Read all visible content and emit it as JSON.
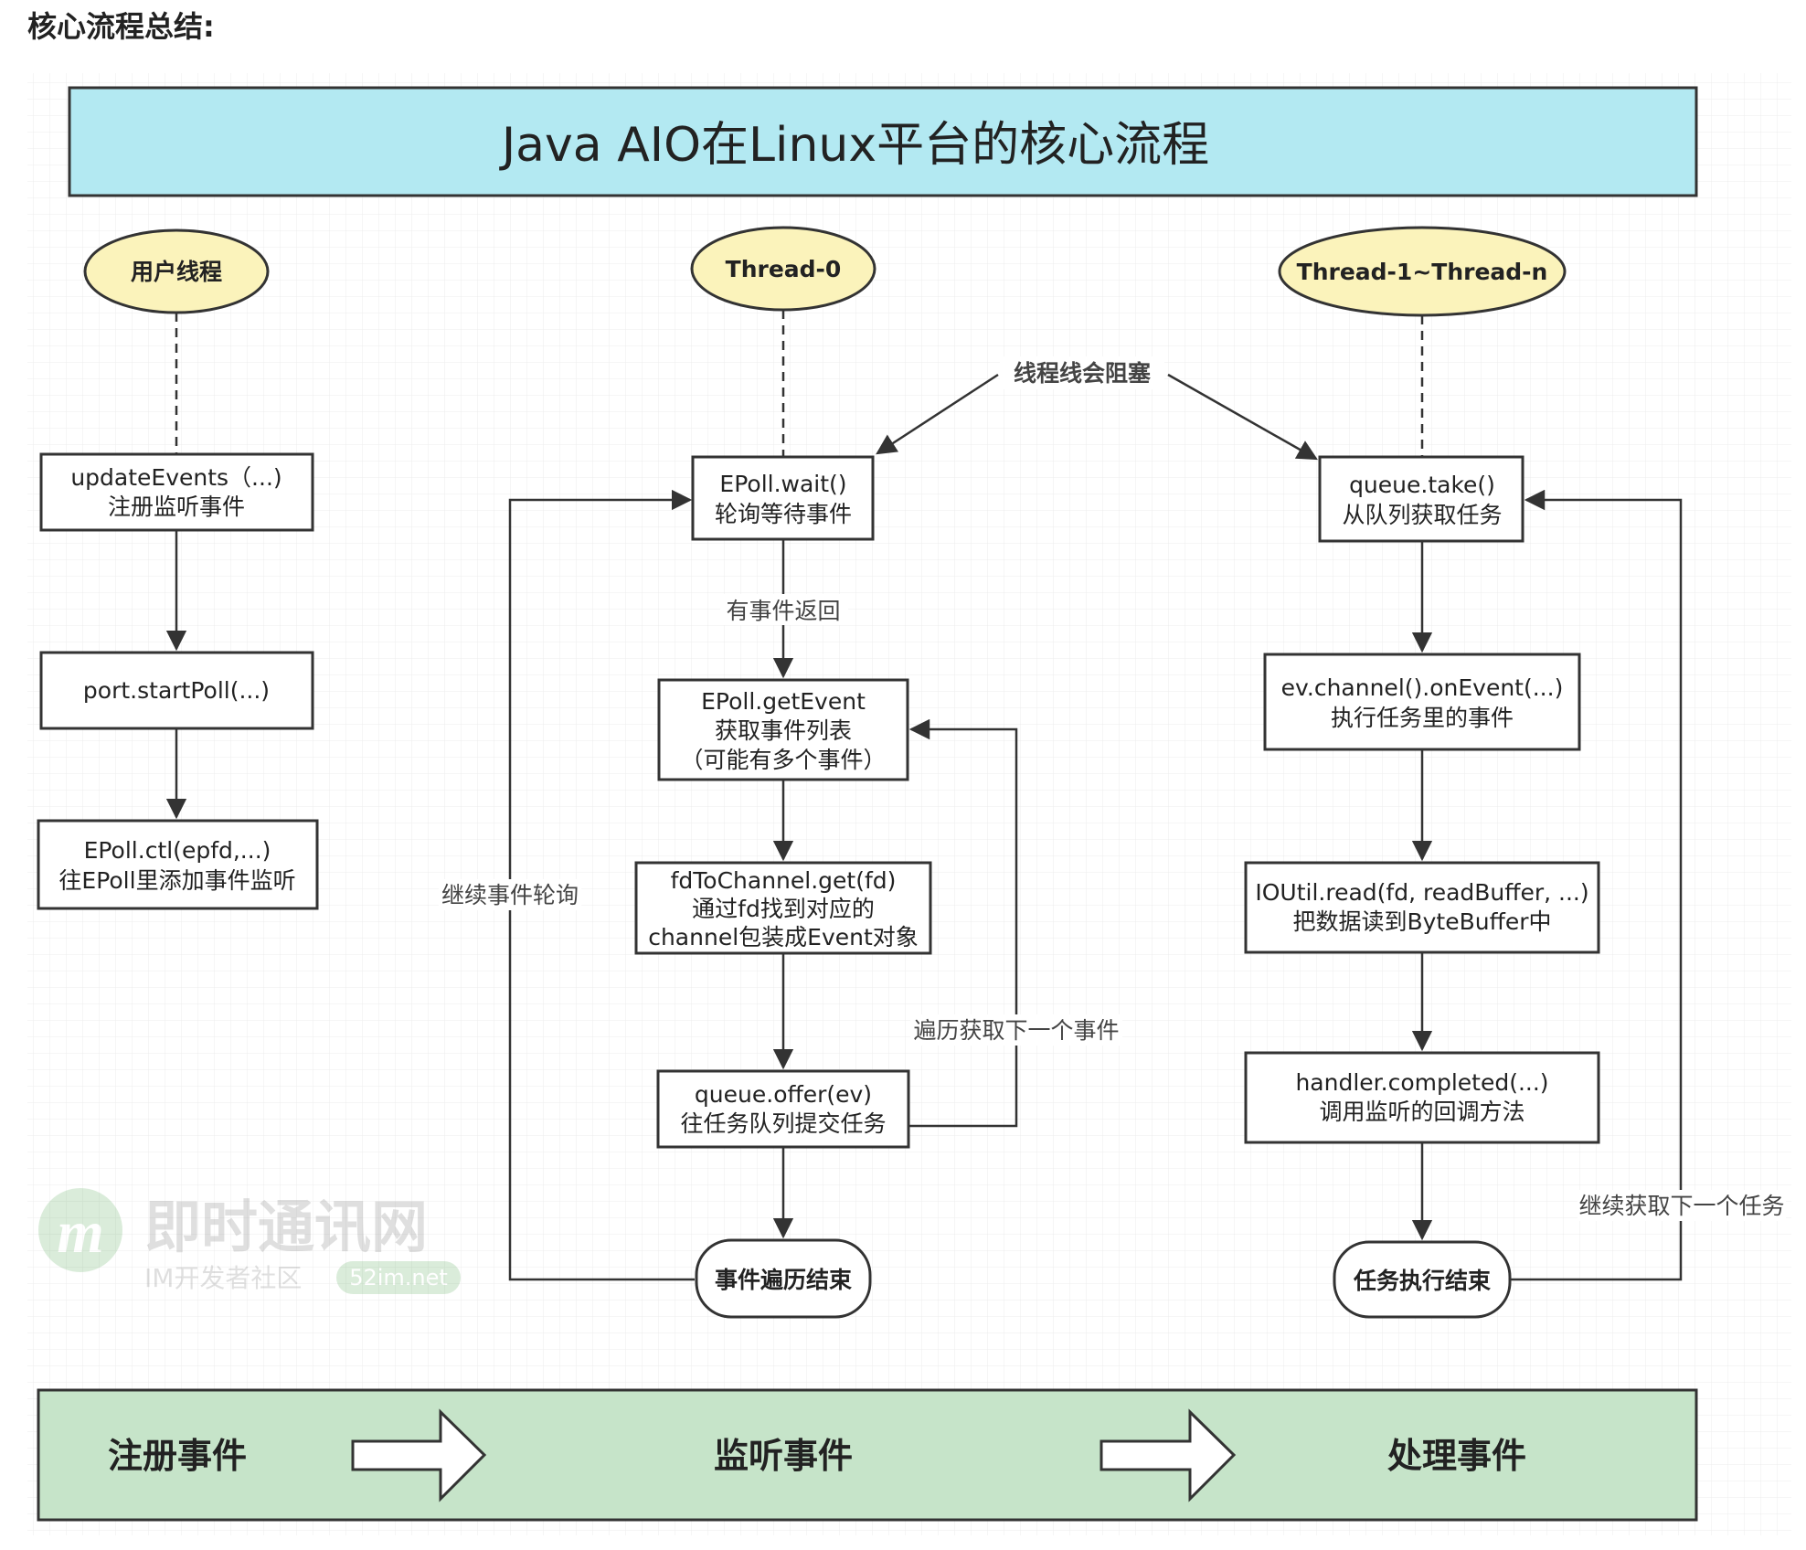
{
  "heading": "核心流程总结:",
  "diagram": {
    "title": "Java AIO在Linux平台的核心流程",
    "lanes": {
      "user": "用户线程",
      "thread0": "Thread-0",
      "threads": "Thread-1~Thread-n"
    },
    "nodes": {
      "update_events": [
        "updateEvents（...)",
        "注册监听事件"
      ],
      "start_poll": [
        "port.startPoll(...)"
      ],
      "epoll_ctl": [
        "EPoll.ctl(epfd,...)",
        "往EPoll里添加事件监听"
      ],
      "epoll_wait": [
        "EPoll.wait()",
        "轮询等待事件"
      ],
      "epoll_get_event": [
        "EPoll.getEvent",
        "获取事件列表",
        "（可能有多个事件）"
      ],
      "fd_to_channel": [
        "fdToChannel.get(fd)",
        "通过fd找到对应的",
        "channel包装成Event对象"
      ],
      "queue_offer": [
        "queue.offer(ev)",
        "往任务队列提交任务"
      ],
      "event_loop_end": [
        "事件遍历结束"
      ],
      "queue_take": [
        "queue.take()",
        "从队列获取任务"
      ],
      "on_event": [
        "ev.channel().onEvent(...)",
        "执行任务里的事件"
      ],
      "ioutil_read": [
        "IOUtil.read(fd, readBuffer, ...)",
        "把数据读到ByteBuffer中"
      ],
      "handler_completed": [
        "handler.completed(...)",
        "调用监听的回调方法"
      ],
      "task_end": [
        "任务执行结束"
      ]
    },
    "edge_labels": {
      "block": "线程线会阻塞",
      "has_event": "有事件返回",
      "continue_poll": "继续事件轮询",
      "next_event": "遍历获取下一个事件",
      "next_task": "继续获取下一个任务"
    },
    "stages": [
      "注册事件",
      "监听事件",
      "处理事件"
    ],
    "watermark": {
      "main": "即时通讯网",
      "sub": "IM开发者社区",
      "badge": "52im.net"
    },
    "colors": {
      "title_fill": "#b3e9f2",
      "lane_fill": "#fbf3bb",
      "stage_fill": "#c6e4c9",
      "grid": "#e9e9e9",
      "stroke": "#333333"
    }
  }
}
